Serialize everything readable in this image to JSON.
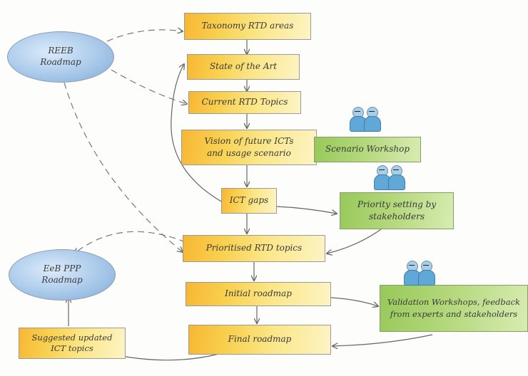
{
  "nodes": {
    "reeb_roadmap": "REEB\nRoadmap",
    "taxonomy": "Taxonomy RTD areas",
    "state_of_art": "State of the Art",
    "current_topics": "Current RTD Topics",
    "vision": "Vision of future ICTs\nand usage scenario",
    "scenario_workshop": "Scenario Workshop",
    "ict_gaps": "ICT gaps",
    "priority_setting": "Priority setting by\nstakeholders",
    "prioritised_topics": "Prioritised RTD topics",
    "eeb_roadmap": "EeB PPP\nRoadmap",
    "initial_roadmap": "Initial roadmap",
    "validation": "Validation Workshops, feedback\nfrom experts and stakeholders",
    "suggested_topics": "Suggested updated\nICT topics",
    "final_roadmap": "Final roadmap"
  },
  "colors": {
    "process_box": "#f9d04f",
    "stakeholder_box": "#b6d97e",
    "roadmap_ellipse": "#a9c9ea",
    "arrow": "#666666"
  },
  "icons": [
    "people-icon",
    "people-icon",
    "people-icon"
  ]
}
